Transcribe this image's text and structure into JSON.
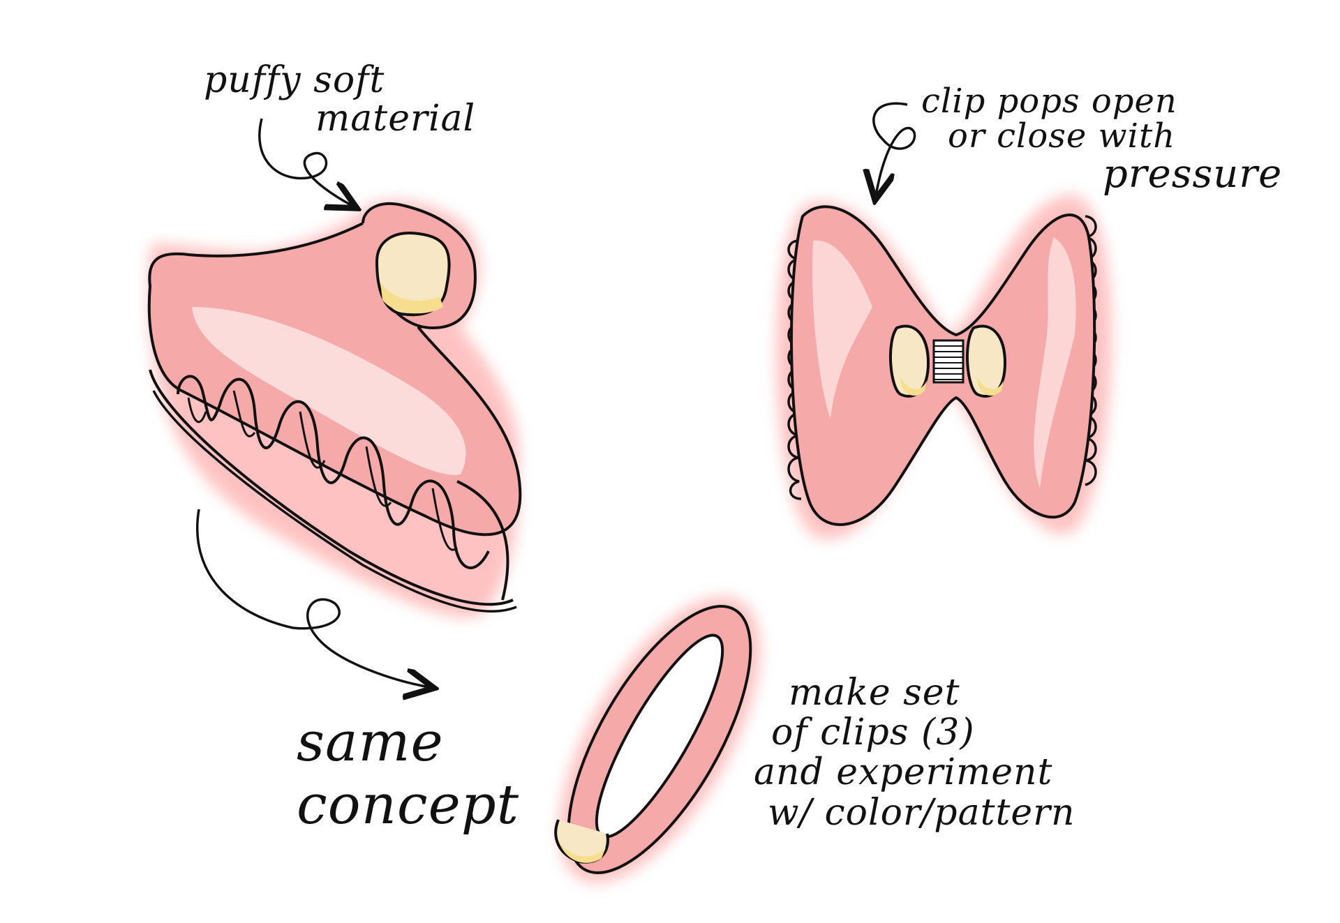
{
  "colors": {
    "clip_pink": "#f6a9a9",
    "halo_pink": "#ffc4c4",
    "highlight": "#fde4e4",
    "accent_yellow": "#f7dd8e",
    "ink": "#111111"
  },
  "annotations": {
    "puffy": [
      "puffy soft",
      "material"
    ],
    "clip_pops": [
      "clip pops open",
      "or close with",
      "pressure"
    ],
    "same_concept": [
      "same",
      "concept"
    ],
    "make_set": [
      "make set",
      "of clips (3)",
      "and experiment",
      "w/ color/pattern"
    ]
  },
  "illustrations": [
    "claw-clip",
    "bow-clip",
    "oval-clip"
  ]
}
